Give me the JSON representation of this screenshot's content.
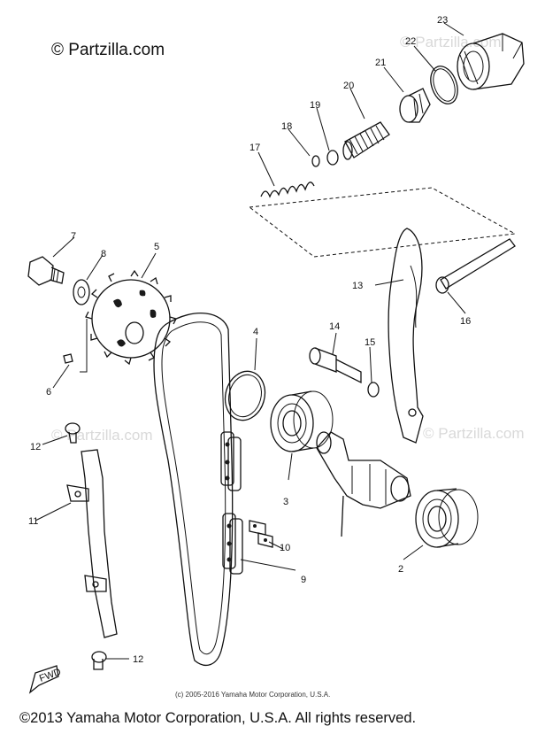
{
  "watermark": "© Partzilla.com",
  "faint_watermarks": [
    "© Partzilla.com",
    "© Partzilla.com",
    "© Partzilla.com"
  ],
  "small_copyright": "(c) 2005-2016 Yamaha Motor Corporation, U.S.A.",
  "footer": "©2013 Yamaha Motor Corporation, U.S.A. All rights reserved.",
  "fwd_label": "FWD",
  "callouts": [
    "2",
    "3",
    "4",
    "5",
    "6",
    "7",
    "8",
    "9",
    "10",
    "11",
    "12",
    "12",
    "13",
    "14",
    "15",
    "16",
    "17",
    "18",
    "19",
    "20",
    "21",
    "22",
    "23"
  ]
}
